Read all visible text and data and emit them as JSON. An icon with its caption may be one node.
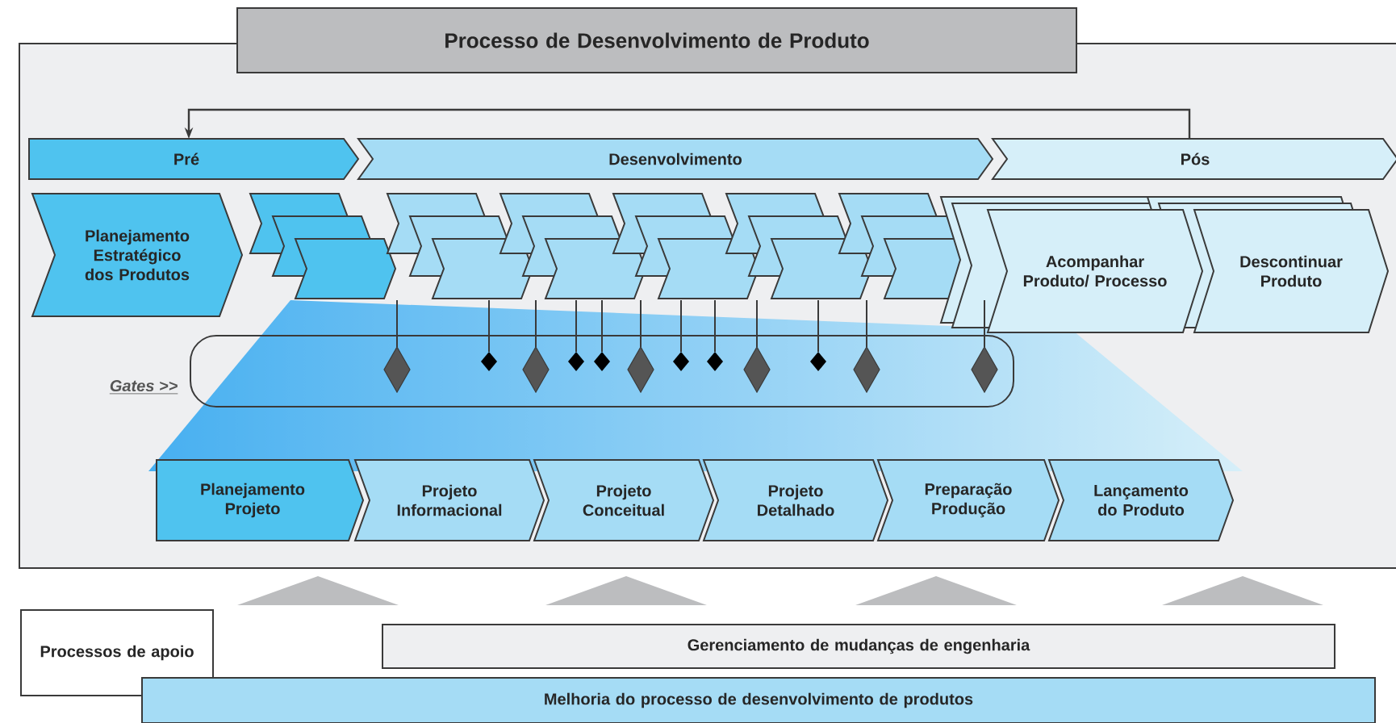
{
  "diagram": {
    "nodes": [
      {
        "text": [
          "Processo de Desenvolvimento de Produto"
        ]
      },
      {
        "text": [
          "Pré"
        ]
      },
      {
        "text": [
          "Desenvolvimento"
        ]
      },
      {
        "text": [
          "Pós"
        ]
      },
      {
        "text": [
          "Planejamento Estratégico dos Produtos"
        ]
      },
      {
        "text": [
          "Acompanhar Produto/ Processo"
        ]
      },
      {
        "text": [
          "Descontinuar Produto"
        ]
      },
      {
        "text": [
          "Planejamento Projeto"
        ]
      },
      {
        "text": [
          "Projeto Informacional"
        ]
      },
      {
        "text": [
          "Projeto Conceitual"
        ]
      },
      {
        "text": [
          "Projeto Detalhado"
        ]
      },
      {
        "text": [
          "Preparação Produção"
        ]
      },
      {
        "text": [
          "Lançamento do Produto"
        ]
      },
      {
        "text": [
          "Processos de apoio"
        ]
      },
      {
        "text": [
          "Gerenciamento de mudanças de engenharia"
        ]
      },
      {
        "text": [
          "Melhoria do processo de desenvolvimento de produtos"
        ]
      }
    ],
    "edges": [
      {
        "from": 3,
        "to": 1,
        "arrow": "to"
      }
    ],
    "labels": [
      "Gates >>"
    ]
  }
}
